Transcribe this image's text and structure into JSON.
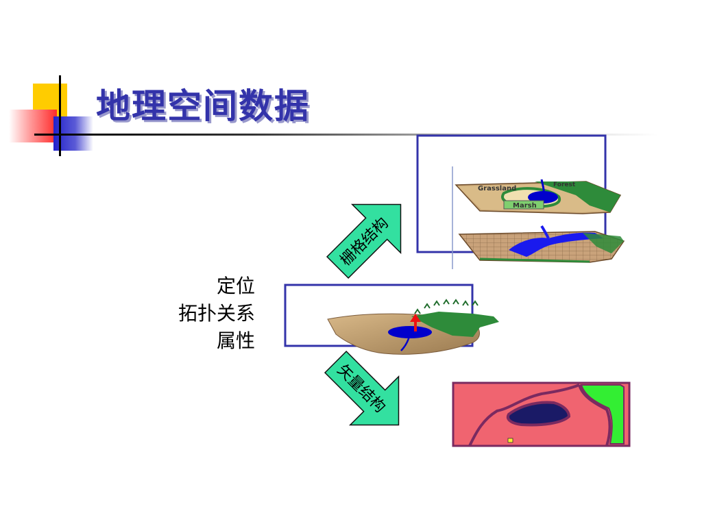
{
  "title": "地理空间数据",
  "attributes": [
    "定位",
    "拓扑关系",
    "属性"
  ],
  "arrows": {
    "raster_label": "栅格结构",
    "vector_label": "矢量结构"
  },
  "map_labels": [
    "Grassland",
    "Forest",
    "Marsh"
  ],
  "colors": {
    "title": "#3333aa",
    "frame": "#3333aa",
    "arrow_fill": "#33e0a0",
    "water": "#0000cc",
    "terrain": "#c4a070",
    "forest": "#2e8b3a",
    "vector_bg": "#f06470",
    "vector_border": "#7a2a60",
    "vector_green": "#33ee33",
    "vector_lake": "#1a1a66"
  }
}
